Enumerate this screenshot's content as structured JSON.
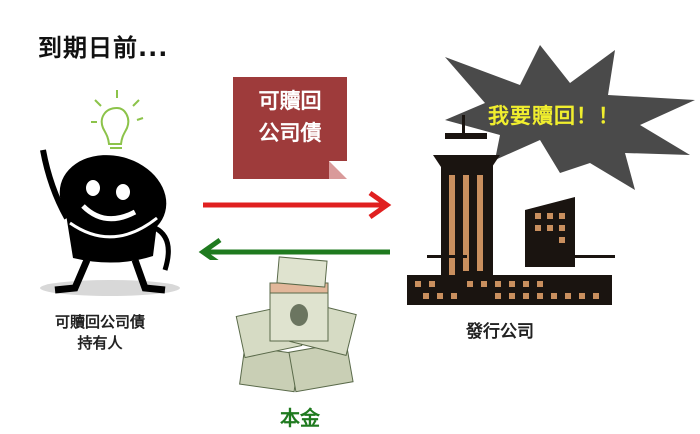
{
  "title": "到期日前...",
  "bond_note": {
    "line1": "可贖回",
    "line2": "公司債",
    "color": "#9e3b3b"
  },
  "holder": {
    "label_line1": "可贖回公司債",
    "label_line2": "持有人"
  },
  "company": {
    "label": "發行公司",
    "speech": "我要贖回！！",
    "speech_color": "#f0ee2e",
    "burst_color": "#4a4a4a"
  },
  "arrows": {
    "to_company": {
      "direction": "right",
      "color": "#e02020"
    },
    "to_holder": {
      "direction": "left",
      "color": "#1f7a1f"
    }
  },
  "money": {
    "label": "本金",
    "label_color": "#1f7a1f"
  }
}
